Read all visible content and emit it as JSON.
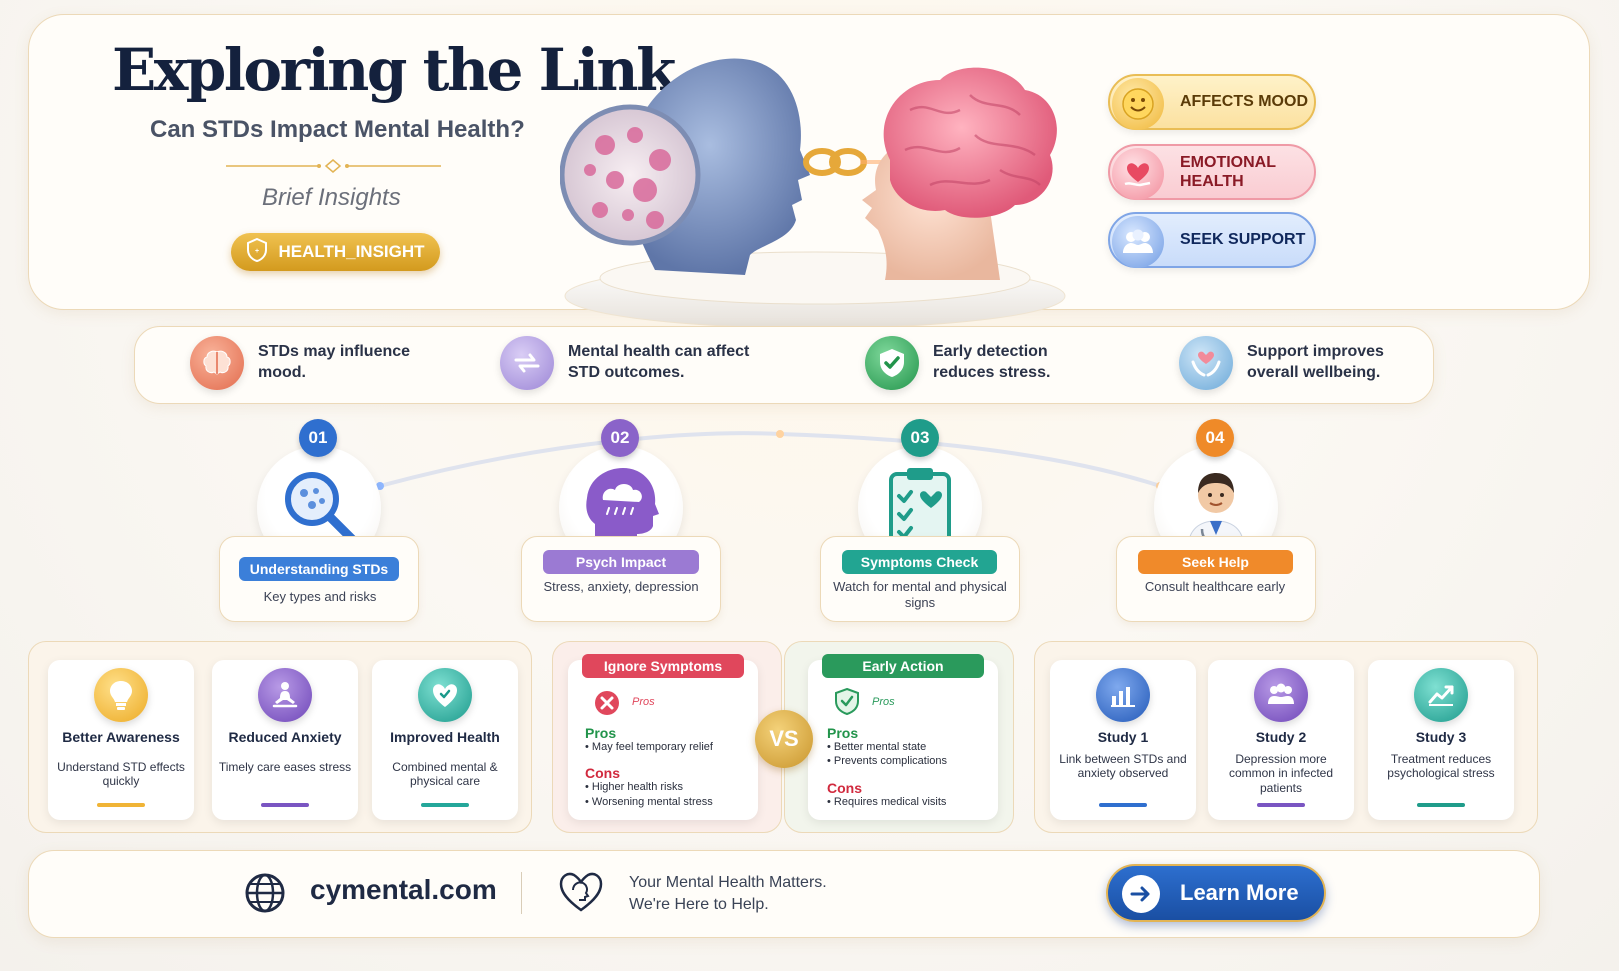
{
  "hero": {
    "title": "Exploring the Link",
    "subtitle": "Can STDs Impact Mental Health?",
    "insights": "Brief Insights",
    "badge": "HEALTH_INSIGHT"
  },
  "pills": [
    {
      "label": "AFFECTS MOOD",
      "icon": "smiley-icon"
    },
    {
      "label": "EMOTIONAL HEALTH",
      "icon": "heart-hand-icon"
    },
    {
      "label": "SEEK SUPPORT",
      "icon": "people-icon"
    }
  ],
  "facts": [
    {
      "text": "STDs may influence mood.",
      "icon": "brain-icon",
      "color": "#e8745a"
    },
    {
      "text": "Mental health can affect STD outcomes.",
      "icon": "cycle-arrows-icon",
      "color": "#a08ad8"
    },
    {
      "text": "Early detection reduces stress.",
      "icon": "shield-check-icon",
      "color": "#2fa35a"
    },
    {
      "text": "Support improves overall wellbeing.",
      "icon": "hands-heart-icon",
      "color": "#6aa8d8"
    }
  ],
  "steps": [
    {
      "num": "01",
      "tag": "Understanding STDs",
      "desc": "Key types and risks",
      "color": "#3b7fd9",
      "icon": "magnifier-icon"
    },
    {
      "num": "02",
      "tag": "Psych Impact",
      "desc": "Stress, anxiety, depression",
      "color": "#8a63c9",
      "icon": "head-cloud-icon"
    },
    {
      "num": "03",
      "tag": "Symptoms Check",
      "desc": "Watch for mental and physical signs",
      "color": "#1f9c8a",
      "icon": "clipboard-icon"
    },
    {
      "num": "04",
      "tag": "Seek Help",
      "desc": "Consult healthcare early",
      "color": "#ef8a28",
      "icon": "doctor-icon"
    }
  ],
  "benefits": [
    {
      "title": "Better Awareness",
      "desc": "Understand STD effects quickly",
      "color": "#f0b436",
      "icon": "lightbulb-icon"
    },
    {
      "title": "Reduced Anxiety",
      "desc": "Timely care eases stress",
      "color": "#7a55c2",
      "icon": "meditation-icon"
    },
    {
      "title": "Improved Health",
      "desc": "Combined mental & physical care",
      "color": "#24a79a",
      "icon": "heart-shield-icon"
    }
  ],
  "compare": {
    "left": {
      "head": "Ignore Symptoms",
      "mini": "Pros",
      "pros_label": "Pros",
      "pros": [
        "• May feel temporary relief"
      ],
      "cons_label": "Cons",
      "cons": [
        "• Higher health risks",
        "• Worsening mental stress"
      ]
    },
    "vs": "VS",
    "right": {
      "head": "Early Action",
      "mini": "Pros",
      "pros_label": "Pros",
      "pros": [
        "• Better mental state",
        "• Prevents complications"
      ],
      "cons_label": "Cons",
      "cons": [
        "• Requires medical visits"
      ]
    }
  },
  "studies": [
    {
      "title": "Study 1",
      "desc": "Link between STDs and anxiety observed",
      "color": "#2f6fcf",
      "icon": "bar-chart-icon"
    },
    {
      "title": "Study 2",
      "desc": "Depression more common in infected patients",
      "color": "#7a55c2",
      "icon": "group-icon"
    },
    {
      "title": "Study 3",
      "desc": "Treatment reduces psychological stress",
      "color": "#1f9c8a",
      "icon": "trend-line-icon"
    }
  ],
  "footer": {
    "site": "cymental.com",
    "msg1": "Your Mental Health Matters.",
    "msg2": "We're Here to Help.",
    "button": "Learn More"
  }
}
